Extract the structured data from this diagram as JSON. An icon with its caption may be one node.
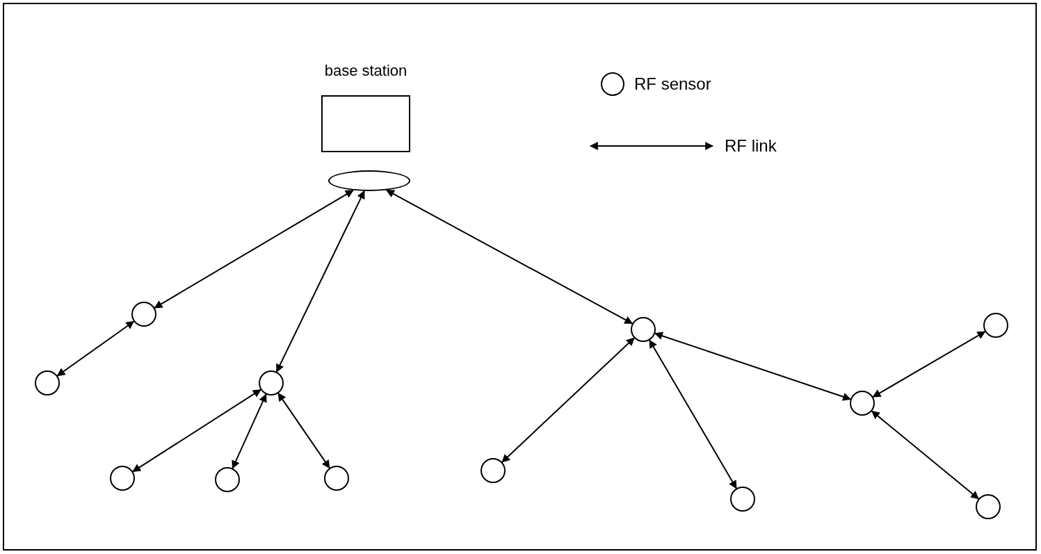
{
  "diagram": {
    "nodes": [
      {
        "text": [
          "base station"
        ]
      },
      {
        "text": [],
        "shape": "ellipse"
      },
      {
        "text": [],
        "shape": "circle"
      },
      {
        "text": [],
        "shape": "circle"
      },
      {
        "text": [],
        "shape": "circle"
      },
      {
        "text": [],
        "shape": "circle"
      },
      {
        "text": [],
        "shape": "circle"
      },
      {
        "text": [],
        "shape": "circle"
      },
      {
        "text": [],
        "shape": "circle"
      },
      {
        "text": [],
        "shape": "circle"
      },
      {
        "text": [],
        "shape": "circle"
      },
      {
        "text": [],
        "shape": "circle"
      },
      {
        "text": [],
        "shape": "circle"
      },
      {
        "text": [],
        "shape": "circle"
      }
    ],
    "edges": [
      {
        "from": 1,
        "to": 2,
        "arrow": "both"
      },
      {
        "from": 1,
        "to": 6,
        "arrow": "both"
      },
      {
        "from": 1,
        "to": 3,
        "arrow": "both"
      },
      {
        "from": 2,
        "to": 5,
        "arrow": "both"
      },
      {
        "from": 6,
        "to": 8,
        "arrow": "both"
      },
      {
        "from": 6,
        "to": 9,
        "arrow": "both"
      },
      {
        "from": 6,
        "to": 10,
        "arrow": "both"
      },
      {
        "from": 3,
        "to": 11,
        "arrow": "both"
      },
      {
        "from": 3,
        "to": 12,
        "arrow": "both"
      },
      {
        "from": 3,
        "to": 7,
        "arrow": "both"
      },
      {
        "from": 7,
        "to": 4,
        "arrow": "both"
      },
      {
        "from": 7,
        "to": 13,
        "arrow": "both"
      }
    ],
    "legend": [
      {
        "text": "RF sensor"
      },
      {
        "text": "RF link"
      }
    ]
  }
}
